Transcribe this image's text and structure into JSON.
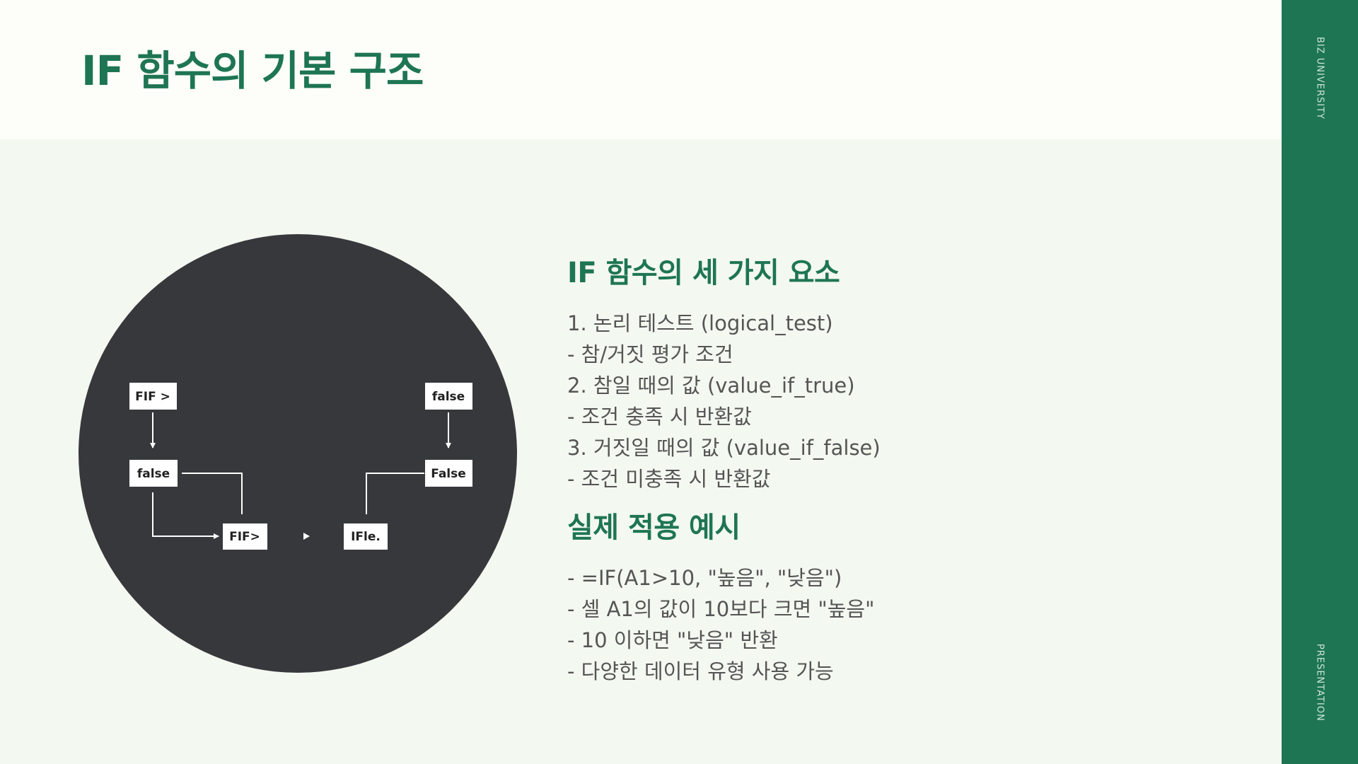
{
  "slide": {
    "title": "IF 함수의 기본 구조"
  },
  "sidebar": {
    "top_text": "BIZ UNIVERSITY",
    "bottom_text": "PRESENTATION",
    "color": "#1e7553"
  },
  "diagram": {
    "background": "#37383c",
    "nodes": {
      "top_left": "FIF >",
      "mid_left": "false",
      "bottom_left": "FIF>",
      "bottom_right": "IFle.",
      "top_right": "false",
      "mid_right": "False"
    }
  },
  "sections": {
    "elements": {
      "heading": "IF 함수의 세 가지 요소",
      "lines": [
        "1. 논리 테스트 (logical_test)",
        "- 참/거짓 평가 조건",
        "2. 참일 때의 값 (value_if_true)",
        "- 조건 충족 시 반환값",
        "3. 거짓일 때의 값 (value_if_false)",
        "- 조건 미충족 시 반환값"
      ]
    },
    "example": {
      "heading": "실제 적용 예시",
      "lines": [
        "- =IF(A1>10, \"높음\", \"낮음\")",
        "- 셀 A1의 값이 10보다 크면 \"높음\"",
        "- 10 이하면 \"낮음\" 반환",
        "- 다양한 데이터 유형 사용 가능"
      ]
    }
  },
  "colors": {
    "accent": "#1e7553",
    "header_bg": "#fdfdf9",
    "body_bg": "#f3f8f0",
    "text": "#555555"
  }
}
